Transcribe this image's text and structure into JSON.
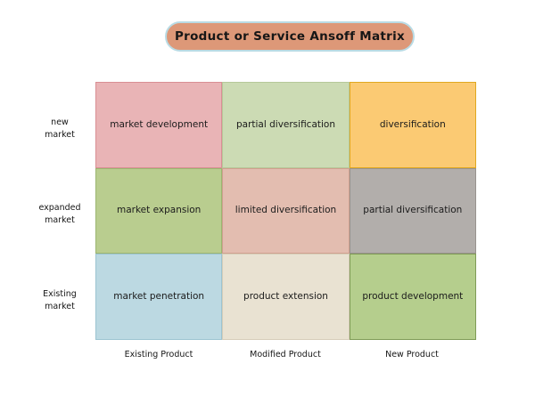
{
  "title": {
    "text": "Product or Service Ansoff Matrix",
    "fill_color": "#dd9878",
    "border_color": "#b9dbe4"
  },
  "canvas": {
    "background_color": "#ffffff"
  },
  "chart_data": {
    "type": "table",
    "title": "Product or Service Ansoff Matrix",
    "xlabel": "",
    "ylabel": "",
    "grid": false,
    "legend": "none",
    "columns": [
      "Existing Product",
      "Modified Product",
      "New Product"
    ],
    "rows": [
      "new market",
      "expanded market",
      "Existing market"
    ],
    "cells": [
      [
        {
          "label": "market development",
          "fill": "#e9b4b6",
          "border": "#d98f94"
        },
        {
          "label": "partial diversification",
          "fill": "#ccdbb4",
          "border": "#b6c99a"
        },
        {
          "label": "diversification",
          "fill": "#fbca73",
          "border": "#e0a820"
        }
      ],
      [
        {
          "label": "market expansion",
          "fill": "#b9cd8f",
          "border": "#9cb571"
        },
        {
          "label": "limited diversification",
          "fill": "#e3bdb0",
          "border": "#d0a08f"
        },
        {
          "label": "partial diversification",
          "fill": "#b2aeab",
          "border": "#98928e"
        }
      ],
      [
        {
          "label": "market penetration",
          "fill": "#bcd9e2",
          "border": "#9cc4d1"
        },
        {
          "label": "product extension",
          "fill": "#e9e2d2",
          "border": "#d6cdb9"
        },
        {
          "label": "product development",
          "fill": "#b5ce8d",
          "border": "#7f9b56"
        }
      ]
    ]
  },
  "row_labels": [
    {
      "line1": "new",
      "line2": "market"
    },
    {
      "line1": "expanded",
      "line2": "market"
    },
    {
      "line1": "Existing",
      "line2": "market"
    }
  ],
  "col_labels": [
    {
      "text": "Existing Product"
    },
    {
      "text": "Modified Product"
    },
    {
      "text": "New Product"
    }
  ]
}
